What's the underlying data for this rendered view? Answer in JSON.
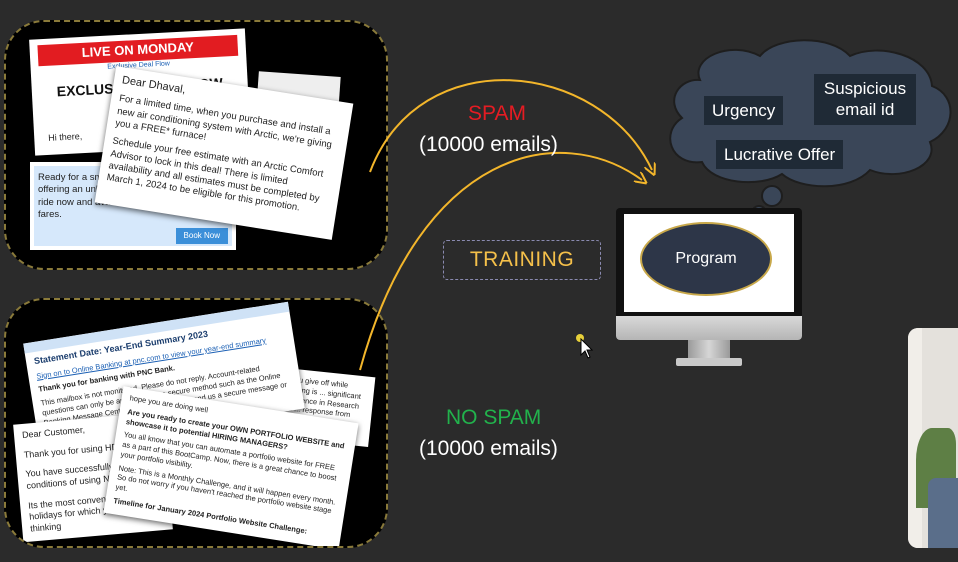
{
  "labels": {
    "spam": "SPAM",
    "spam_count": "(10000 emails)",
    "no_spam": "NO SPAM",
    "no_spam_count": "(10000 emails)",
    "training": "TRAINING",
    "program": "Program"
  },
  "thought_bubble": {
    "tags": [
      "Urgency",
      "Suspicious email id",
      "Lucrative Offer"
    ]
  },
  "spam_emails": {
    "banner": "LIVE ON MONDAY",
    "subtitle": "Exclusive Deal Flow",
    "deal_title": "EXCLUSIVE DEAL FLOW",
    "greeting_short": "Hi there,",
    "greeting": "Dear Dhaval,",
    "offer_text": "For a limited time, when you purchase and install a new air conditioning system with Arctic, we're giving you a FREE* furnace!",
    "schedule_text": "Schedule your free estimate with an Arctic Comfort Advisor to lock in this deal! There is limited availability and all estimates must be completed by March 1, 2024 to be eligible for this promotion.",
    "fare_text": "Ready for a smooth and affordable ... We're offering an unbeatable 50% discount on y... ride now and avail the benefits of discounted fares.",
    "book_button": "Book Now"
  },
  "ham_emails": {
    "statement_title": "Statement Date: Year-End Summary 2023",
    "signin_text": "Sign on to Online Banking at pnc.com to view your year-end summary",
    "thanks_text": "Thank you for banking with PNC Bank.",
    "mailbox_text": "This mailbox is not monitored. Please do not reply. Account-related questions can only be answered via a secure method such as the Online Banking Message Center. Please sign on to send us a secure message or call 1-800-762-7541, 24 hours a day, 7 days a week.",
    "dear_customer": "Dear Customer,",
    "hdfc_text": "Thank you for using HDFC",
    "success_text": "You have successfully reg... conditions of using Neth...",
    "convenient_text": "Its the most convenient way to... holidays for which you may be thinking",
    "hope_text": "hope you are doing well",
    "portfolio_text": "Are you ready to create your OWN PORTFOLIO WEBSITE and showcase it to potential HIRING MANAGERS?",
    "bootcamp_text": "You all know that you can automate a portfolio website for FREE as a part of this BootCamp. Now, there is a great chance to boost your portfolio visibility.",
    "note_text": "Note: This is a Monthly Challenge, and it will happen every month. So do not worry if you haven't reached the portfolio website stage yet.",
    "timeline_text": "Timeline for January 2024 Portfolio Website Challenge:",
    "teaching_text": "... you give off while teaching is ... significant experience in Research and ... response from Codebasics since I appl... enthusiasm for the fields I am passion..."
  },
  "colors": {
    "spam": "#e51c23",
    "no_spam": "#22b24c",
    "training": "#f5c04a",
    "arrow": "#f3b62b",
    "cloud": "#3a4658"
  }
}
